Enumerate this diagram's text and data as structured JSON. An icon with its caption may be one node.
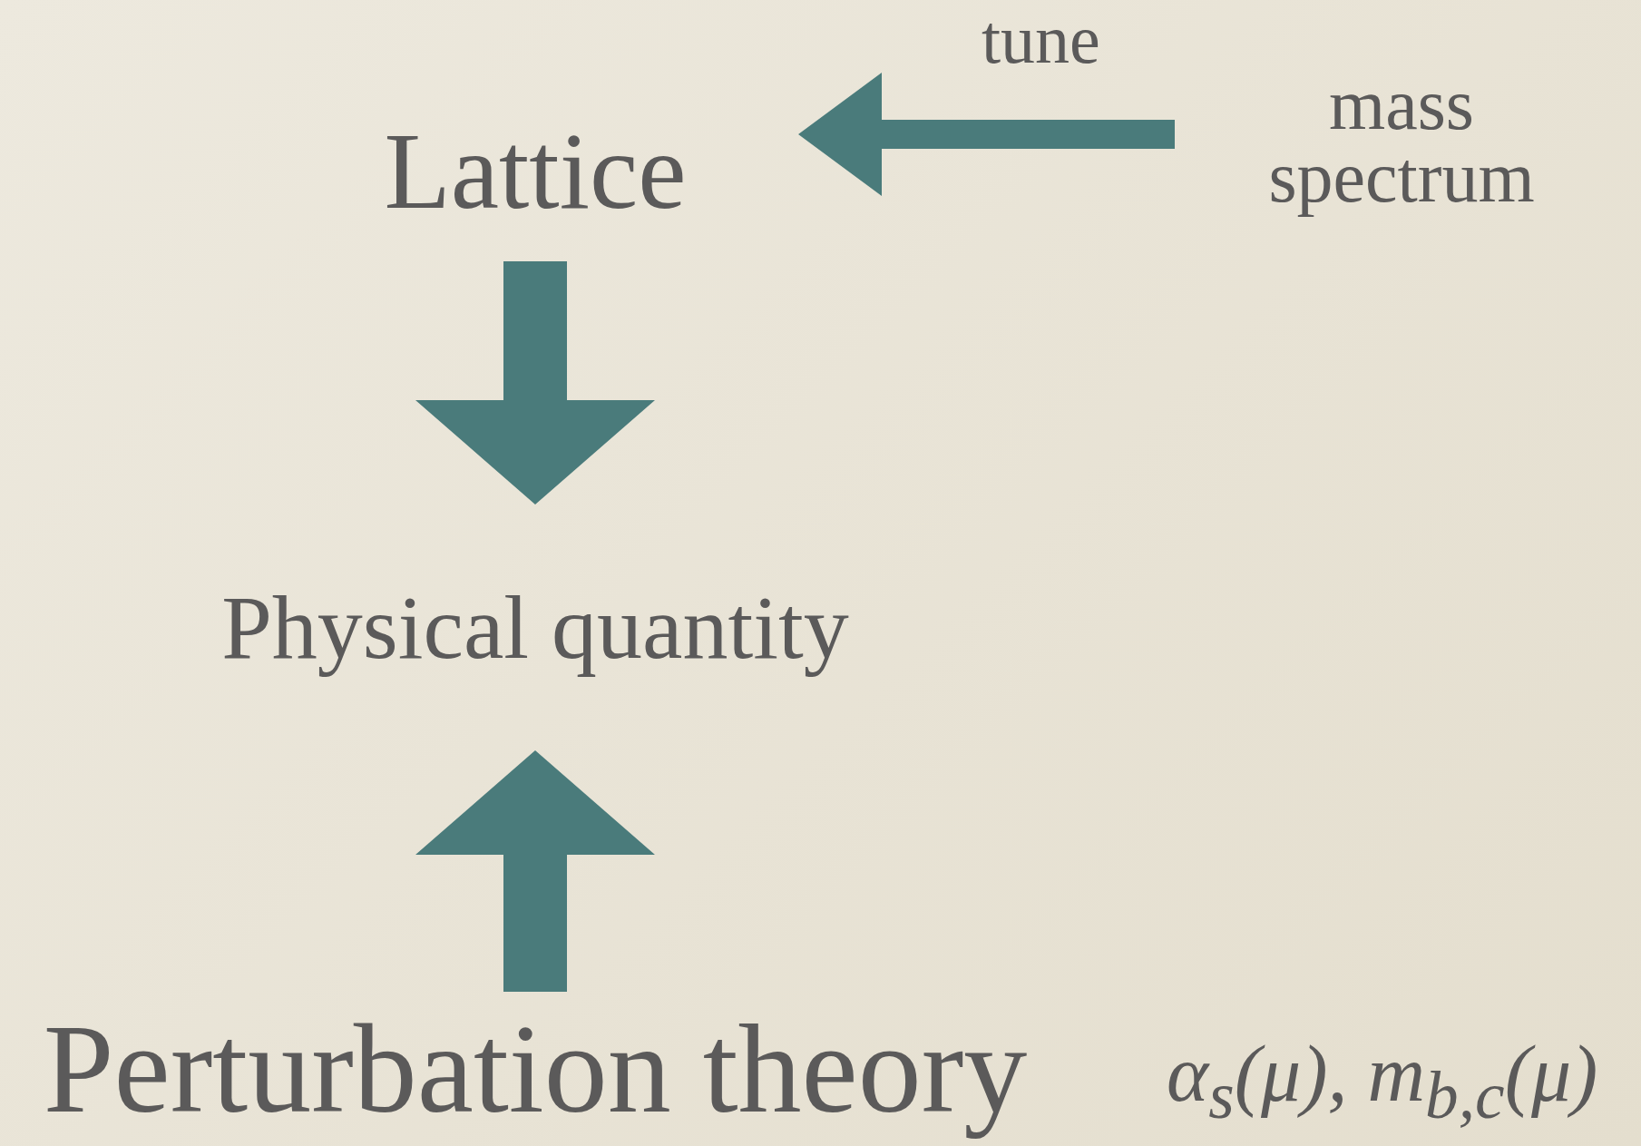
{
  "diagram": {
    "nodes": [
      {
        "text": [
          "Lattice"
        ]
      },
      {
        "text": [
          "mass spectrum"
        ]
      },
      {
        "text": [
          "Physical quantity"
        ]
      },
      {
        "text": [
          "Perturbation theory"
        ],
        "beside": [
          "α$_{s}$(μ), m$_{b,c}$(μ)"
        ]
      }
    ],
    "edges": [
      {
        "from": 1,
        "to": 0,
        "arrow": "to",
        "label": "tune"
      },
      {
        "from": 0,
        "to": 2,
        "arrow": "to"
      },
      {
        "from": 3,
        "to": 2,
        "arrow": "to"
      }
    ]
  }
}
